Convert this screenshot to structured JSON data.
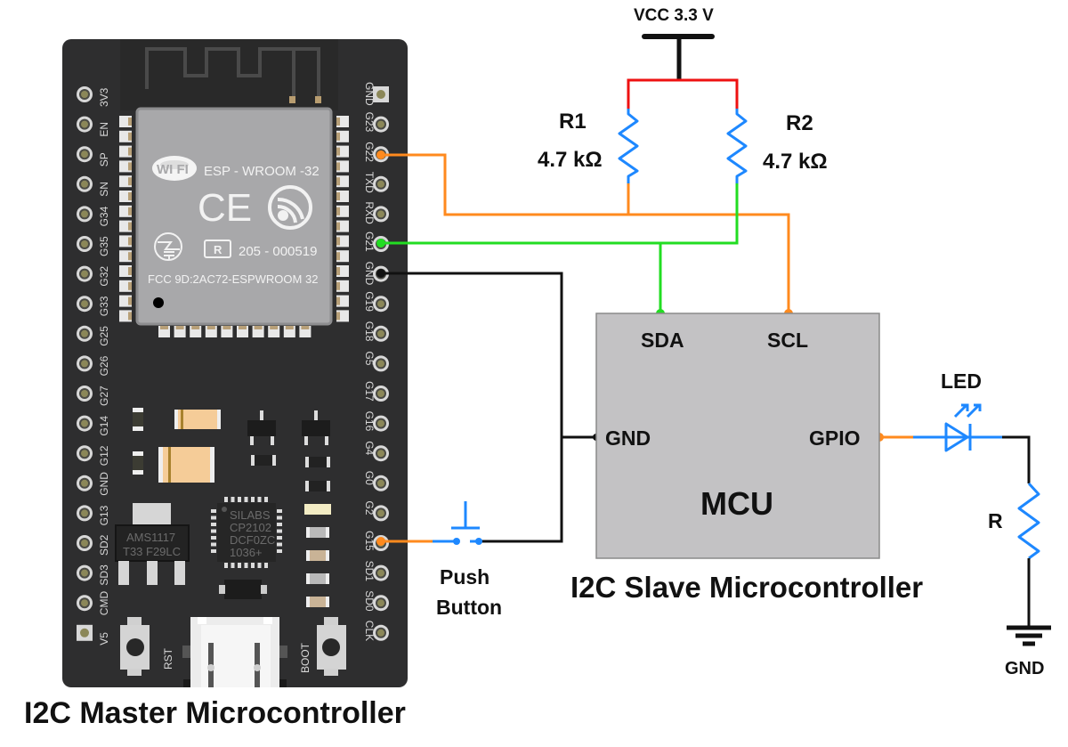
{
  "master": {
    "title": "I2C Master Microcontroller",
    "board": {
      "module_name": "ESP - WROOM -32",
      "cert_number": "205 - 000519",
      "fcc_id": "FCC  9D:2AC72-ESPWROOM 32",
      "wifi_logo": "WI FI",
      "ce_mark": "CE",
      "reg_mark": "R",
      "regulator_line1": "AMS1117",
      "regulator_line2": "T33 F29LC",
      "usb_chip_line1": "SILABS",
      "usb_chip_line2": "CP2102",
      "usb_chip_line3": "DCF0ZC",
      "usb_chip_line4": "1036+",
      "rst_button": "RST",
      "boot_button": "BOOT",
      "left_pins": [
        "3V3",
        "EN",
        "SP",
        "SN",
        "G34",
        "G35",
        "G32",
        "G33",
        "G25",
        "G26",
        "G27",
        "G14",
        "G12",
        "GND",
        "G13",
        "SD2",
        "SD3",
        "CMD",
        "V5"
      ],
      "right_pins": [
        "GND",
        "G23",
        "G22",
        "TXD",
        "RXD",
        "G21",
        "GND",
        "G19",
        "G18",
        "G5",
        "G17",
        "G16",
        "G4",
        "G0",
        "G2",
        "G15",
        "SD1",
        "SD0",
        "CLK"
      ]
    }
  },
  "slave": {
    "title": "I2C Slave Microcontroller",
    "mcu_label": "MCU",
    "pins": {
      "sda": "SDA",
      "scl": "SCL",
      "gnd": "GND",
      "gpio": "GPIO"
    }
  },
  "power": {
    "vcc_label": "VCC 3.3 V"
  },
  "resistors": {
    "r1": {
      "name": "R1",
      "value": "4.7 kΩ"
    },
    "r2": {
      "name": "R2",
      "value": "4.7 kΩ"
    },
    "r": {
      "name": "R"
    }
  },
  "led": {
    "label": "LED"
  },
  "ground": {
    "label": "GND"
  },
  "push_button": {
    "line1": "Push",
    "line2": "Button"
  },
  "wire_colors": {
    "scl": "#ff8a1e",
    "sda": "#22dd22",
    "gnd": "#111111",
    "vcc": "#ee1111",
    "component": "#1e88ff"
  }
}
